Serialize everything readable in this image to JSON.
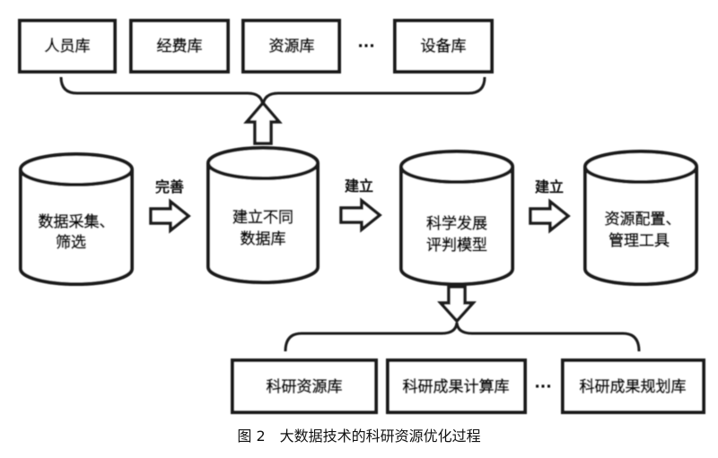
{
  "top_boxes": [
    "人员库",
    "经费库",
    "资源库",
    "设备库"
  ],
  "top_ellipsis": "···",
  "cylinders": [
    {
      "line1": "数据采集、",
      "line2": "筛选"
    },
    {
      "line1": "建立不同",
      "line2": "数据库"
    },
    {
      "line1": "科学发展",
      "line2": "评判模型"
    },
    {
      "line1": "资源配置、",
      "line2": "管理工具"
    }
  ],
  "arrow_labels": [
    "完善",
    "建立",
    "建立"
  ],
  "bottom_boxes": [
    "科研资源库",
    "科研成果计算库",
    "科研成果规划库"
  ],
  "bottom_ellipsis": "···",
  "caption": "图 2　大数据技术的科研资源优化过程"
}
